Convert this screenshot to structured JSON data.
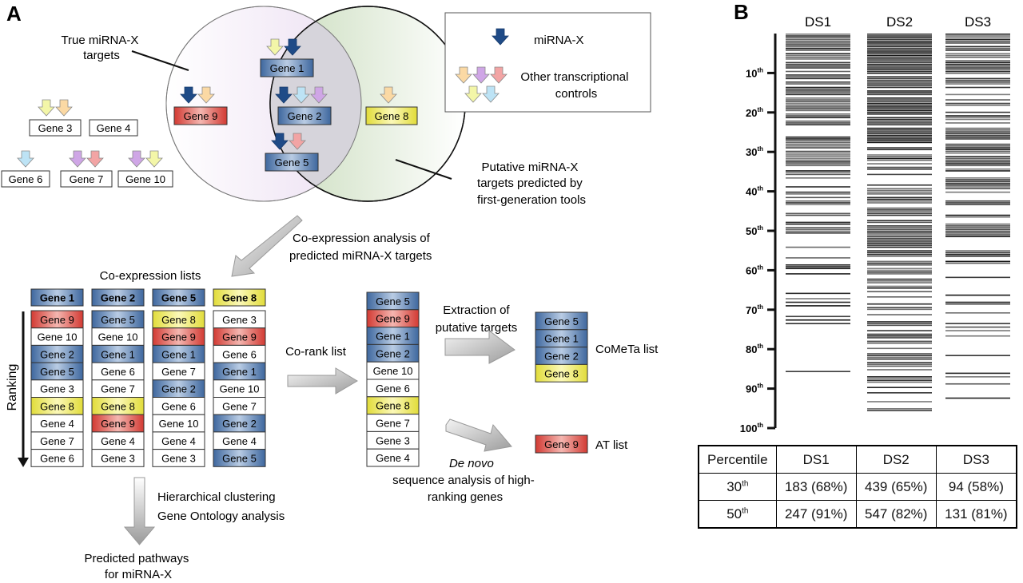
{
  "panel_a": {
    "label": "A",
    "true_targets_label": [
      "True miRNA-X",
      "targets"
    ],
    "putative_label": [
      "Putative miRNA-X",
      "targets predicted by",
      "first-generation tools"
    ],
    "legend": {
      "mirna_label": "miRNA-X",
      "other_label": [
        "Other transcriptional",
        "controls"
      ]
    },
    "outside_genes": [
      {
        "name": "Gene 3",
        "regulators": [
          "yellow",
          "orange"
        ]
      },
      {
        "name": "Gene 4",
        "regulators": []
      },
      {
        "name": "Gene 6",
        "regulators": [
          "blue"
        ]
      },
      {
        "name": "Gene 7",
        "regulators": [
          "purple",
          "red"
        ]
      },
      {
        "name": "Gene 10",
        "regulators": [
          "purple",
          "yellow"
        ]
      }
    ],
    "true_only_genes": [
      {
        "name": "Gene 9",
        "regulators": [
          "mirna",
          "orange"
        ],
        "color": "red"
      }
    ],
    "overlap_genes": [
      {
        "name": "Gene 1",
        "regulators": [
          "yellow",
          "mirna"
        ],
        "color": "blue"
      },
      {
        "name": "Gene 2",
        "regulators": [
          "mirna",
          "blue",
          "purple"
        ],
        "color": "blue"
      },
      {
        "name": "Gene 5",
        "regulators": [
          "mirna",
          "red"
        ],
        "color": "blue"
      }
    ],
    "predicted_only_genes": [
      {
        "name": "Gene 8",
        "regulators": [
          "orange"
        ],
        "color": "yellow"
      }
    ],
    "coexpr_step_label": [
      "Co-expression analysis of",
      "predicted miRNA-X targets"
    ],
    "coexpr_lists_title": "Co-expression lists",
    "ranking_label": "Ranking",
    "coexpr_lists": [
      {
        "header": {
          "name": "Gene 1",
          "color": "blue"
        },
        "items": [
          {
            "name": "Gene 9",
            "color": "red"
          },
          {
            "name": "Gene 10",
            "color": "white"
          },
          {
            "name": "Gene 2",
            "color": "blue"
          },
          {
            "name": "Gene 5",
            "color": "blue"
          },
          {
            "name": "Gene 3",
            "color": "white"
          },
          {
            "name": "Gene 8",
            "color": "yellow"
          },
          {
            "name": "Gene 4",
            "color": "white"
          },
          {
            "name": "Gene 7",
            "color": "white"
          },
          {
            "name": "Gene 6",
            "color": "white"
          }
        ]
      },
      {
        "header": {
          "name": "Gene 2",
          "color": "blue"
        },
        "items": [
          {
            "name": "Gene 5",
            "color": "blue"
          },
          {
            "name": "Gene 10",
            "color": "white"
          },
          {
            "name": "Gene 1",
            "color": "blue"
          },
          {
            "name": "Gene 6",
            "color": "white"
          },
          {
            "name": "Gene 7",
            "color": "white"
          },
          {
            "name": "Gene 8",
            "color": "yellow"
          },
          {
            "name": "Gene 9",
            "color": "red"
          },
          {
            "name": "Gene 4",
            "color": "white"
          },
          {
            "name": "Gene 3",
            "color": "white"
          }
        ]
      },
      {
        "header": {
          "name": "Gene 5",
          "color": "blue"
        },
        "items": [
          {
            "name": "Gene 8",
            "color": "yellow"
          },
          {
            "name": "Gene 9",
            "color": "red"
          },
          {
            "name": "Gene 1",
            "color": "blue"
          },
          {
            "name": "Gene 7",
            "color": "white"
          },
          {
            "name": "Gene 2",
            "color": "blue"
          },
          {
            "name": "Gene 6",
            "color": "white"
          },
          {
            "name": "Gene 10",
            "color": "white"
          },
          {
            "name": "Gene 4",
            "color": "white"
          },
          {
            "name": "Gene 3",
            "color": "white"
          }
        ]
      },
      {
        "header": {
          "name": "Gene 8",
          "color": "yellow"
        },
        "items": [
          {
            "name": "Gene 3",
            "color": "white"
          },
          {
            "name": "Gene 9",
            "color": "red"
          },
          {
            "name": "Gene 6",
            "color": "white"
          },
          {
            "name": "Gene 1",
            "color": "blue"
          },
          {
            "name": "Gene 10",
            "color": "white"
          },
          {
            "name": "Gene 7",
            "color": "white"
          },
          {
            "name": "Gene 2",
            "color": "blue"
          },
          {
            "name": "Gene 4",
            "color": "white"
          },
          {
            "name": "Gene 5",
            "color": "blue"
          }
        ]
      }
    ],
    "corank_label": "Co-rank list",
    "corank_list": [
      {
        "name": "Gene 5",
        "color": "blue"
      },
      {
        "name": "Gene 9",
        "color": "red"
      },
      {
        "name": "Gene 1",
        "color": "blue"
      },
      {
        "name": "Gene 2",
        "color": "blue"
      },
      {
        "name": "Gene 10",
        "color": "white"
      },
      {
        "name": "Gene 6",
        "color": "white"
      },
      {
        "name": "Gene 8",
        "color": "yellow"
      },
      {
        "name": "Gene 7",
        "color": "white"
      },
      {
        "name": "Gene 3",
        "color": "white"
      },
      {
        "name": "Gene 4",
        "color": "white"
      }
    ],
    "extraction_label": [
      "Extraction of",
      "putative targets"
    ],
    "cometa_label": "CoMeTa list",
    "cometa_list": [
      {
        "name": "Gene 5",
        "color": "blue"
      },
      {
        "name": "Gene 1",
        "color": "blue"
      },
      {
        "name": "Gene 2",
        "color": "blue"
      },
      {
        "name": "Gene 8",
        "color": "yellow"
      }
    ],
    "at_label": "AT list",
    "at_list": [
      {
        "name": "Gene 9",
        "color": "red"
      }
    ],
    "denovo_label": {
      "italic": "De novo",
      "rest": [
        "sequence analysis of high-",
        "ranking genes"
      ]
    },
    "clustering_labels": [
      "Hierarchical clustering",
      "Gene Ontology analysis"
    ],
    "pathways_label": [
      "Predicted pathways",
      "for miRNA-X"
    ]
  },
  "colors": {
    "gene_blue": "#4a72a8",
    "gene_red": "#d9413a",
    "gene_yellow": "#e7e24a",
    "mirna_arrow": "#1f4b87",
    "reg_yellow": "#f3f6a8",
    "reg_orange": "#fbd9a4",
    "reg_purple": "#cfa6e6",
    "reg_red": "#f2a4a4",
    "reg_blue": "#bde3f5",
    "circle_true": "#f4eef8",
    "circle_pred": "#dde9d3"
  },
  "panel_b": {
    "label": "B",
    "table": {
      "headers": [
        "Percentile",
        "DS1",
        "DS2",
        "DS3"
      ],
      "rows": [
        {
          "pct": "30",
          "sup": "th",
          "values": [
            "183 (68%)",
            "439 (65%)",
            "94 (58%)"
          ]
        },
        {
          "pct": "50",
          "sup": "th",
          "values": [
            "247 (91%)",
            "547 (82%)",
            "131 (81%)"
          ]
        }
      ]
    }
  },
  "chart_data": {
    "type": "heatmap",
    "title": "",
    "columns": [
      "DS1",
      "DS2",
      "DS3"
    ],
    "ylabel": "Percentile",
    "y_ticks": [
      "10th",
      "20th",
      "30th",
      "40th",
      "50th",
      "60th",
      "70th",
      "80th",
      "90th",
      "100th"
    ],
    "ylim": [
      0,
      100
    ],
    "density_profile": {
      "bins_percentile": [
        0,
        10,
        20,
        30,
        40,
        50,
        60,
        70,
        80,
        90
      ],
      "DS1": [
        0.85,
        0.75,
        0.75,
        0.7,
        0.55,
        0.15,
        0.2,
        0.12,
        0.1,
        0.05
      ],
      "DS2": [
        0.98,
        0.9,
        0.8,
        0.7,
        0.7,
        0.7,
        0.6,
        0.55,
        0.55,
        0.35
      ],
      "DS3": [
        0.75,
        0.6,
        0.65,
        0.6,
        0.55,
        0.45,
        0.15,
        0.15,
        0.12,
        0.05
      ]
    },
    "summary": {
      "30th": {
        "DS1": "183 (68%)",
        "DS2": "439 (65%)",
        "DS3": "94 (58%)"
      },
      "50th": {
        "DS1": "247 (91%)",
        "DS2": "547 (82%)",
        "DS3": "131 (81%)"
      }
    }
  }
}
